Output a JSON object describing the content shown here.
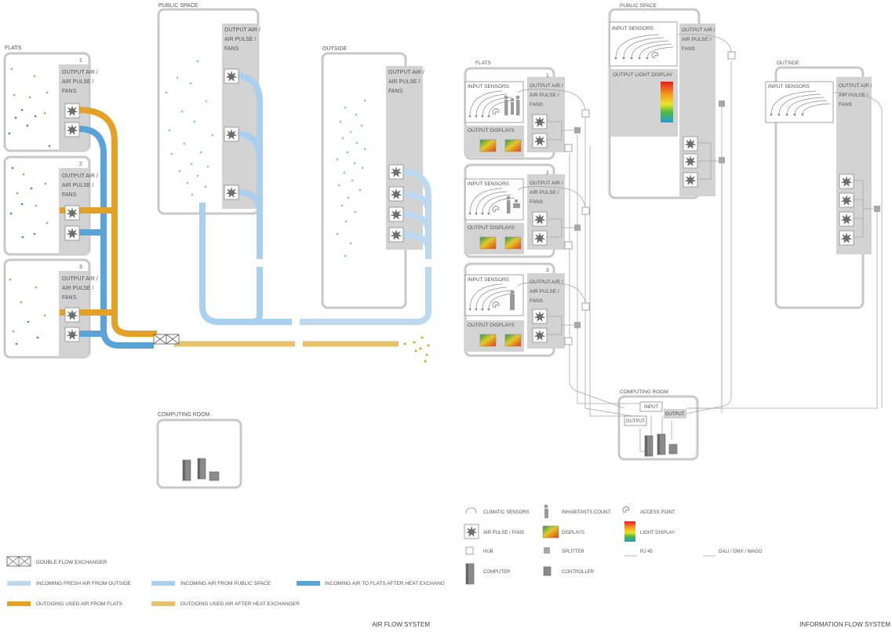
{
  "colors": {
    "frame": "#c8c8c8",
    "panel": "#d3d3d3",
    "fresh_outside": "#bcd9f0",
    "from_public": "#a9d0ee",
    "to_flats": "#5aa3d9",
    "used_flats": "#e3a125",
    "used_after": "#e8c26a",
    "line": "#a8a8a8",
    "text": "#555555"
  },
  "air_flow": {
    "title": "AIR FLOW SYSTEM",
    "flats_label": "FLATS",
    "public_space_label": "PUBLIC SPACE",
    "outside_label": "OUTSIDE",
    "computing_room_label": "COMPUTING ROOM",
    "flat_numbers": [
      "1",
      "2",
      "3"
    ],
    "output_label": [
      "OUTPUT AIR /",
      "AIR PULSE  /",
      "FANS"
    ],
    "legend": {
      "exchanger": "DOUBLE FLOW EXCHANGER",
      "fresh_outside": "INCOMING FRESH AIR FROM OUTSIDE",
      "from_public": "INCOMING AIR FROM PUBLIC SPACE",
      "to_flats": "INCOMING AIR TO FLATS AFTER HEAT EXCHANG",
      "used_flats": "OUTGOING USED AIR FROM FLATS",
      "used_after": "OUTGOING USED AIR AFTER HEAT EXCHANGER"
    }
  },
  "info_flow": {
    "title": "INFORMATION FLOW SYSTEM",
    "flats_label": "FLATS",
    "public_space_label": "PUBLIC SPACE",
    "outside_label": "OUTSIDE",
    "computing_room_label": "COMPUTING ROOM",
    "flat_numbers": [
      "1",
      "2",
      "3"
    ],
    "input_sensors": "INPUT SENSORS",
    "output_displays": "OUTPUT DISPLAYS",
    "output_light_display": "OUTPUT LIGHT DISPLAY",
    "output_label": [
      "OUTPUT AIR /",
      "AIR PULSE  /",
      "FANS"
    ],
    "input_box": "INPUT",
    "output_box": "OUTPUT",
    "legend": {
      "climatic": "CLIMATIC SENSORS",
      "inhabitants": "INHABITANTS COUNT",
      "access": "ACCESS POINT",
      "fans": "AIR PULSE / FANS",
      "displays": "DISPLAYS",
      "light": "LIGHT DISPLAY",
      "hub": "HUB",
      "splitter": "SPLITTER",
      "rj45": "RJ 45",
      "dali": "DALI / DMX / WAGO",
      "computer": "COMPUTER",
      "controller": "CONTROLLER"
    }
  }
}
